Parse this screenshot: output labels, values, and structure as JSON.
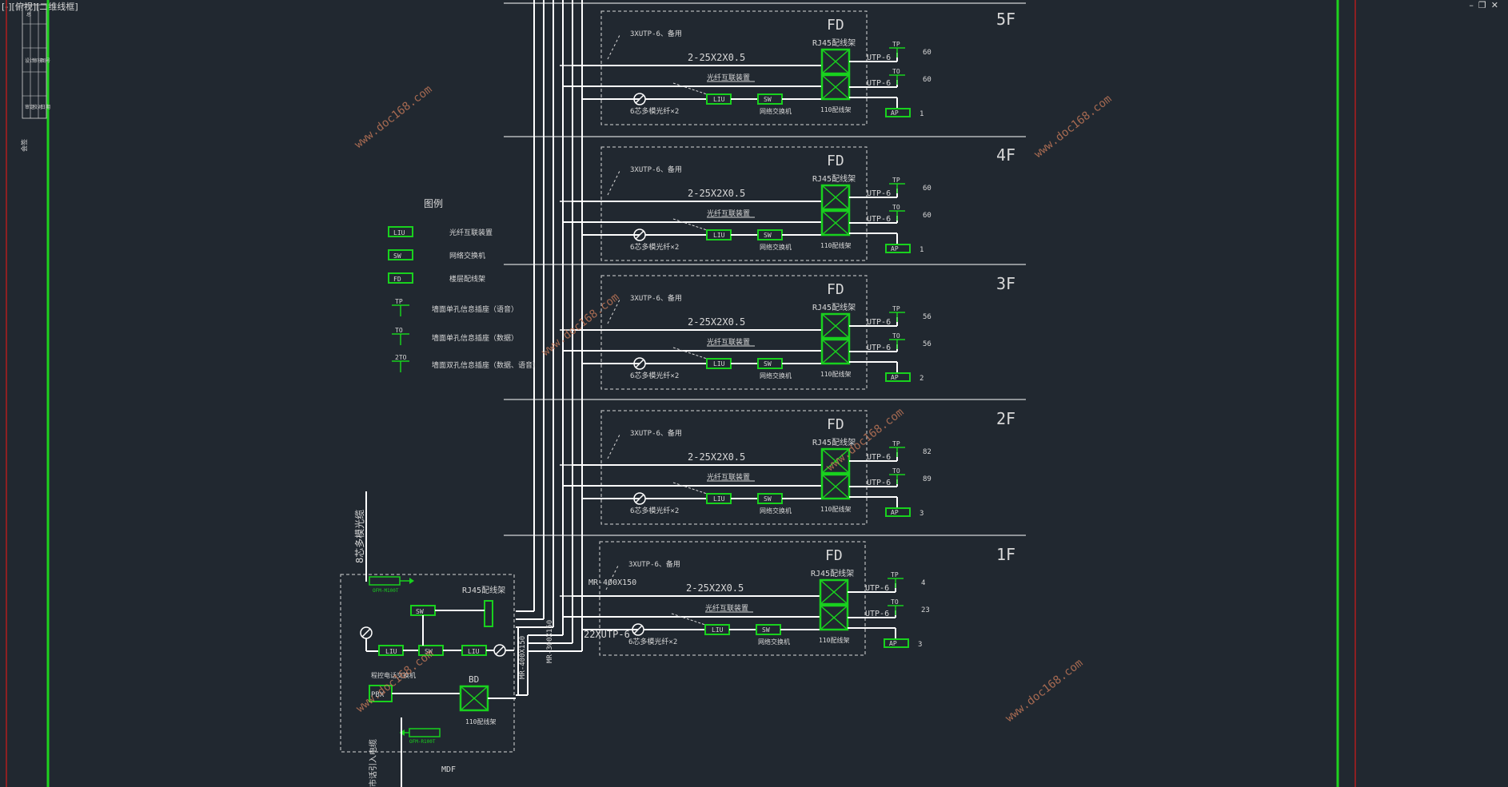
{
  "header": {
    "title": "[-][俯视][二维线框]"
  },
  "window_controls": [
    "–",
    "❐",
    "✕"
  ],
  "floors": [
    {
      "label": "5F",
      "tp_count": "60",
      "to_count": "60",
      "ap_count": "1"
    },
    {
      "label": "4F",
      "tp_count": "60",
      "to_count": "60",
      "ap_count": "1"
    },
    {
      "label": "3F",
      "tp_count": "56",
      "to_count": "56",
      "ap_count": "2"
    },
    {
      "label": "2F",
      "tp_count": "82",
      "to_count": "89",
      "ap_count": "3"
    },
    {
      "label": "1F",
      "tp_count": "4",
      "to_count": "23",
      "ap_count": "3"
    }
  ],
  "labels": {
    "fd": "FD",
    "spare": "3XUTP-6、备用",
    "cable": "2-25X2X0.5",
    "cable_1f": "2-25X2X0.5",
    "fiber_patch": "光纤互联装置",
    "rj45": "RJ45配线架",
    "utp": "UTP-6",
    "tp": "TP",
    "to": "TO",
    "ap": "AP",
    "liu": "LIU",
    "sw": "SW",
    "fiber": "6芯多模光纤×2",
    "switch": "网络交换机",
    "frame110": "110配线架",
    "frame110_1f": "110配线架"
  },
  "legend": {
    "title": "图例",
    "items": [
      {
        "symbol": "LIU",
        "text": "光纤互联装置"
      },
      {
        "symbol": "SW",
        "text": "网络交换机"
      },
      {
        "symbol": "FD",
        "text": "楼层配线架"
      },
      {
        "symbol": "TP",
        "text": "墙面单孔信息插座（语音）"
      },
      {
        "symbol": "TO",
        "text": "墙面单孔信息插座（数据）"
      },
      {
        "symbol": "2TO",
        "text": "墙面双孔信息插座（数据、语音）"
      }
    ]
  },
  "mdf": {
    "name": "MDF",
    "bd": "BD",
    "rj45": "RJ45配线架",
    "frame110": "110配线架",
    "program_switch": "程控电话交换机",
    "pbx": "PBX",
    "odf_top": "OFM-M100T",
    "odf_bottom": "OFM-R100T",
    "sw": "SW",
    "liu": "LIU",
    "incoming_fiber": "8芯多模光缆",
    "incoming_cable": "市话引入电缆"
  },
  "riser": {
    "mr400": "MR-400X150",
    "mr300": "MR-300X150",
    "mr400_v": "MR-400X150",
    "utp22": "22XUTP-6"
  },
  "title_block": {
    "cells": [
      "总",
      "设计",
      "审核",
      "审定",
      "校对",
      "日期",
      "图号"
    ],
    "side": "会签"
  },
  "watermark": "www.doc168.com",
  "colors": {
    "background": "#212830",
    "line": "#ffffff",
    "component": "#19d11e",
    "text": "#d8d8d8",
    "border_green": "#1ed21e",
    "border_red": "#b01e1e",
    "watermark": "#c87a5a"
  }
}
